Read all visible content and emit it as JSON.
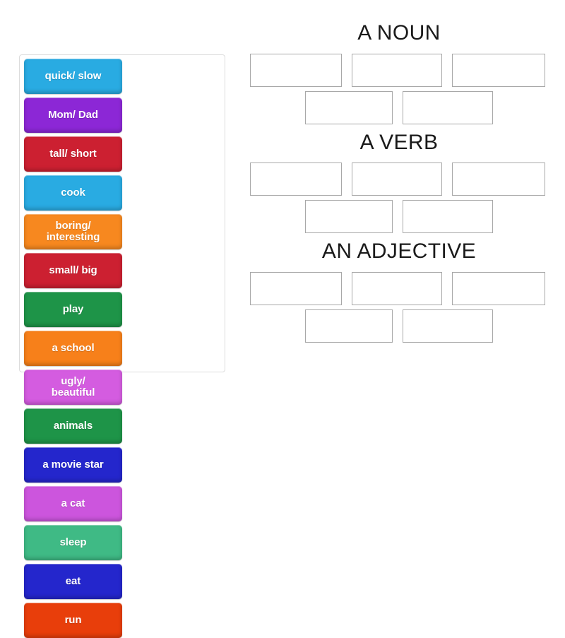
{
  "activity": {
    "type": "word-sort-drag-and-drop",
    "tile_text_color": "#ffffff"
  },
  "tile_pool": {
    "label": "Word tiles",
    "tiles": [
      {
        "text": "quick/ slow",
        "color": "#29abe2"
      },
      {
        "text": "Mom/ Dad",
        "color": "#8c27d6"
      },
      {
        "text": "tall/ short",
        "color": "#cc2031"
      },
      {
        "text": "cook",
        "color": "#29abe2"
      },
      {
        "text": "boring/\ninteresting",
        "color": "#f7881f"
      },
      {
        "text": "small/ big",
        "color": "#cc2031"
      },
      {
        "text": "play",
        "color": "#1e9448"
      },
      {
        "text": "a school",
        "color": "#f7801a"
      },
      {
        "text": "ugly/\nbeautiful",
        "color": "#d45ce0"
      },
      {
        "text": "animals",
        "color": "#1e9448"
      },
      {
        "text": "a movie star",
        "color": "#2426cc"
      },
      {
        "text": "a cat",
        "color": "#cc55dd"
      },
      {
        "text": "sleep",
        "color": "#3fba85"
      },
      {
        "text": "eat",
        "color": "#2426cc"
      },
      {
        "text": "run",
        "color": "#e83e0b"
      }
    ]
  },
  "categories": [
    {
      "title": "A NOUN",
      "slots_row1": [
        "",
        "",
        ""
      ],
      "slots_row2": [
        "",
        ""
      ]
    },
    {
      "title": "A VERB",
      "slots_row1": [
        "",
        "",
        ""
      ],
      "slots_row2": [
        "",
        ""
      ]
    },
    {
      "title": "AN ADJECTIVE",
      "slots_row1": [
        "",
        "",
        ""
      ],
      "slots_row2": [
        "",
        ""
      ]
    }
  ]
}
